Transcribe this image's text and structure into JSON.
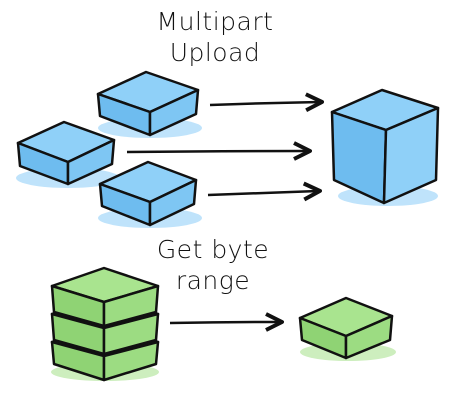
{
  "captions": {
    "multipart_line1": "Multipart",
    "multipart_line2": "Upload",
    "range_line1": "Get byte",
    "range_line2": "range"
  },
  "colors": {
    "blue_fill": "#8fd0f8",
    "blue_side": "#6ebcef",
    "green_fill": "#a9e48f",
    "green_side": "#8fd374",
    "outline": "#111111",
    "shadow_blue": "#bfe3fb",
    "shadow_green": "#cdeebe"
  },
  "icons": {
    "part_block": "flat-box",
    "assembled_object": "cube",
    "arrow": "arrow-right"
  }
}
